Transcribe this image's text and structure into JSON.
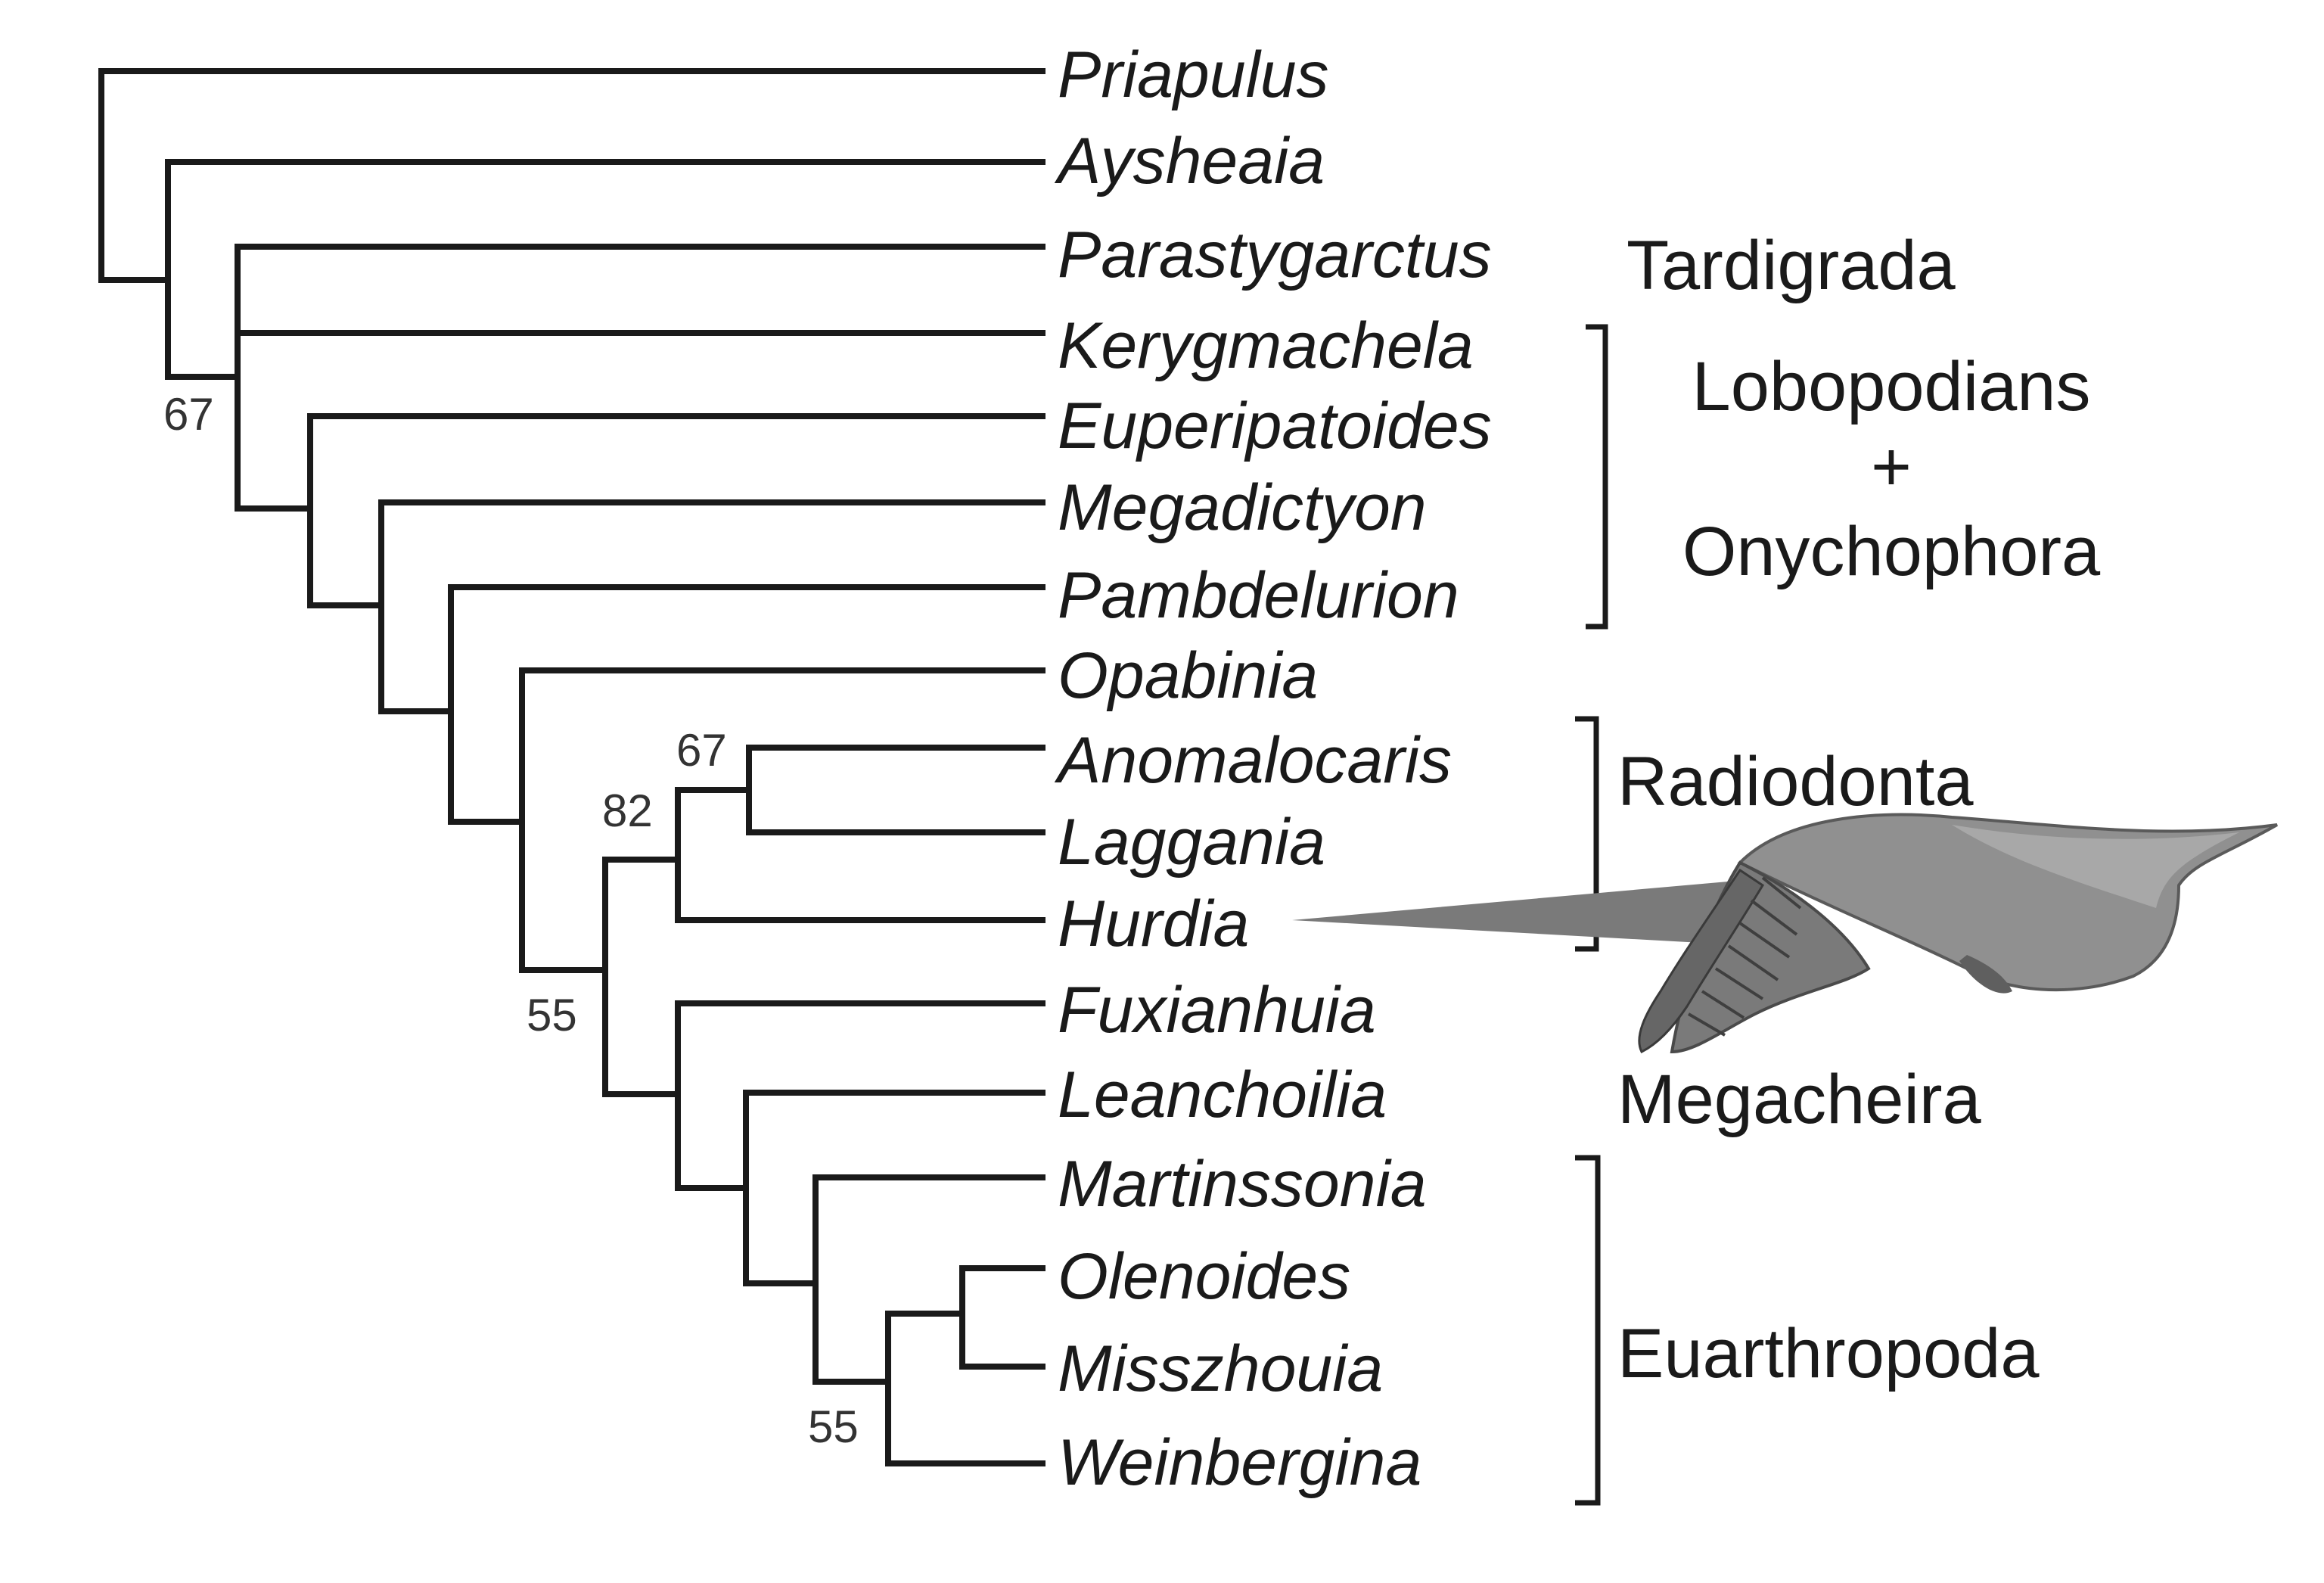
{
  "taxa": [
    "Priapulus",
    "Aysheaia",
    "Parastygarctus",
    "Kerygmachela",
    "Euperipatoides",
    "Megadictyon",
    "Pambdelurion",
    "Opabinia",
    "Anomalocaris",
    "Laggania",
    "Hurdia",
    "Fuxianhuia",
    "Leanchoilia",
    "Martinssonia",
    "Olenoides",
    "Misszhouia",
    "Weinbergina"
  ],
  "support_values": {
    "aysheaia_node": "67",
    "anomalocaris_laggania_node": "67",
    "radiodonta_node": "82",
    "radiodonta_euarthropoda_node": "55",
    "olenoides_group_node": "55"
  },
  "clades": {
    "tardigrada": "Tardigrada",
    "lobopodians": "Lobopodians",
    "plus": "+",
    "onychophora": "Onychophora",
    "radiodonta": "Radiodonta",
    "megacheira": "Megacheira",
    "euarthropoda": "Euarthropoda"
  },
  "colors": {
    "line": "#1a1a1a",
    "illustration_body": "#8a8a8a",
    "illustration_shade": "#555555"
  },
  "illustration": "hurdia-reconstruction"
}
